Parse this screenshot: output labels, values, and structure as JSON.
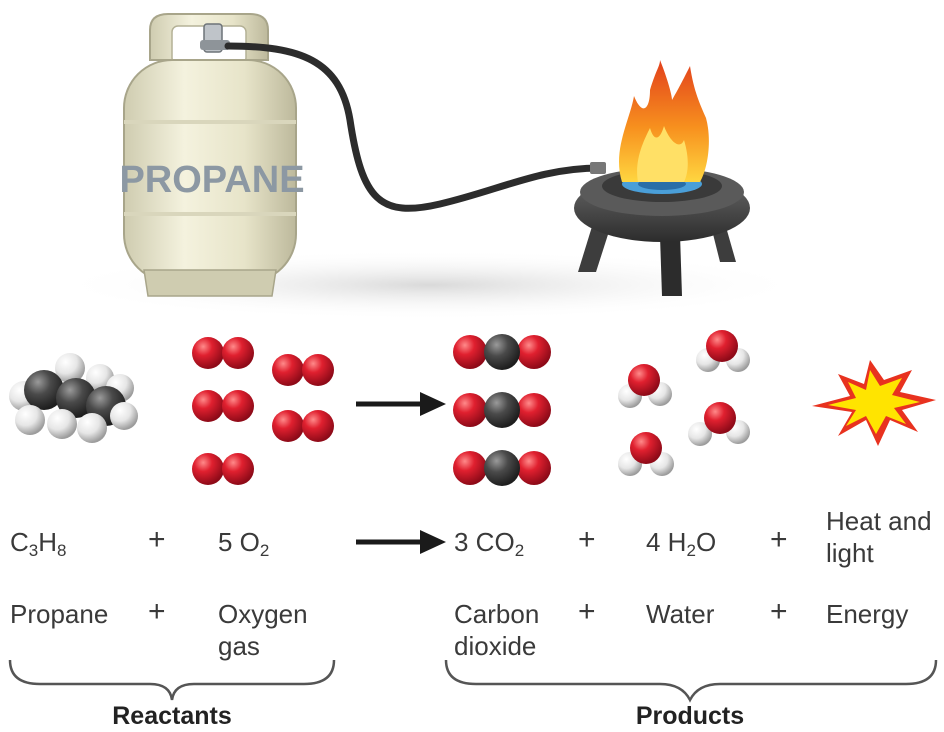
{
  "tank": {
    "label": "PROPANE"
  },
  "equation": {
    "propane": {
      "sym1": "C",
      "sub1": "3",
      "sym2": "H",
      "sub2": "8"
    },
    "plus": "+",
    "oxygen": {
      "coef": "5 O",
      "sub": "2"
    },
    "co2": {
      "coef": "3 CO",
      "sub": "2"
    },
    "water": {
      "coef": "4 H",
      "sub": "2",
      "tail": "O"
    },
    "energy": "Heat and light"
  },
  "names": {
    "propane": "Propane",
    "oxygen": "Oxygen gas",
    "co2": "Carbon dioxide",
    "water": "Water",
    "energy": "Energy"
  },
  "groups": {
    "reactants": "Reactants",
    "products": "Products"
  },
  "colors": {
    "oxygen_atom": "#d0162c",
    "carbon_atom": "#3c3c3c",
    "hydrogen_atom": "#ececec",
    "tank_body": "#ece9d0",
    "flame": "#f58a1f",
    "burst": "#ffe400",
    "burst_edge": "#e8321f"
  },
  "icons": {
    "arrow": "right-arrow-icon",
    "burst": "energy-burst-icon",
    "tank": "propane-tank-icon",
    "burner": "gas-burner-icon"
  }
}
